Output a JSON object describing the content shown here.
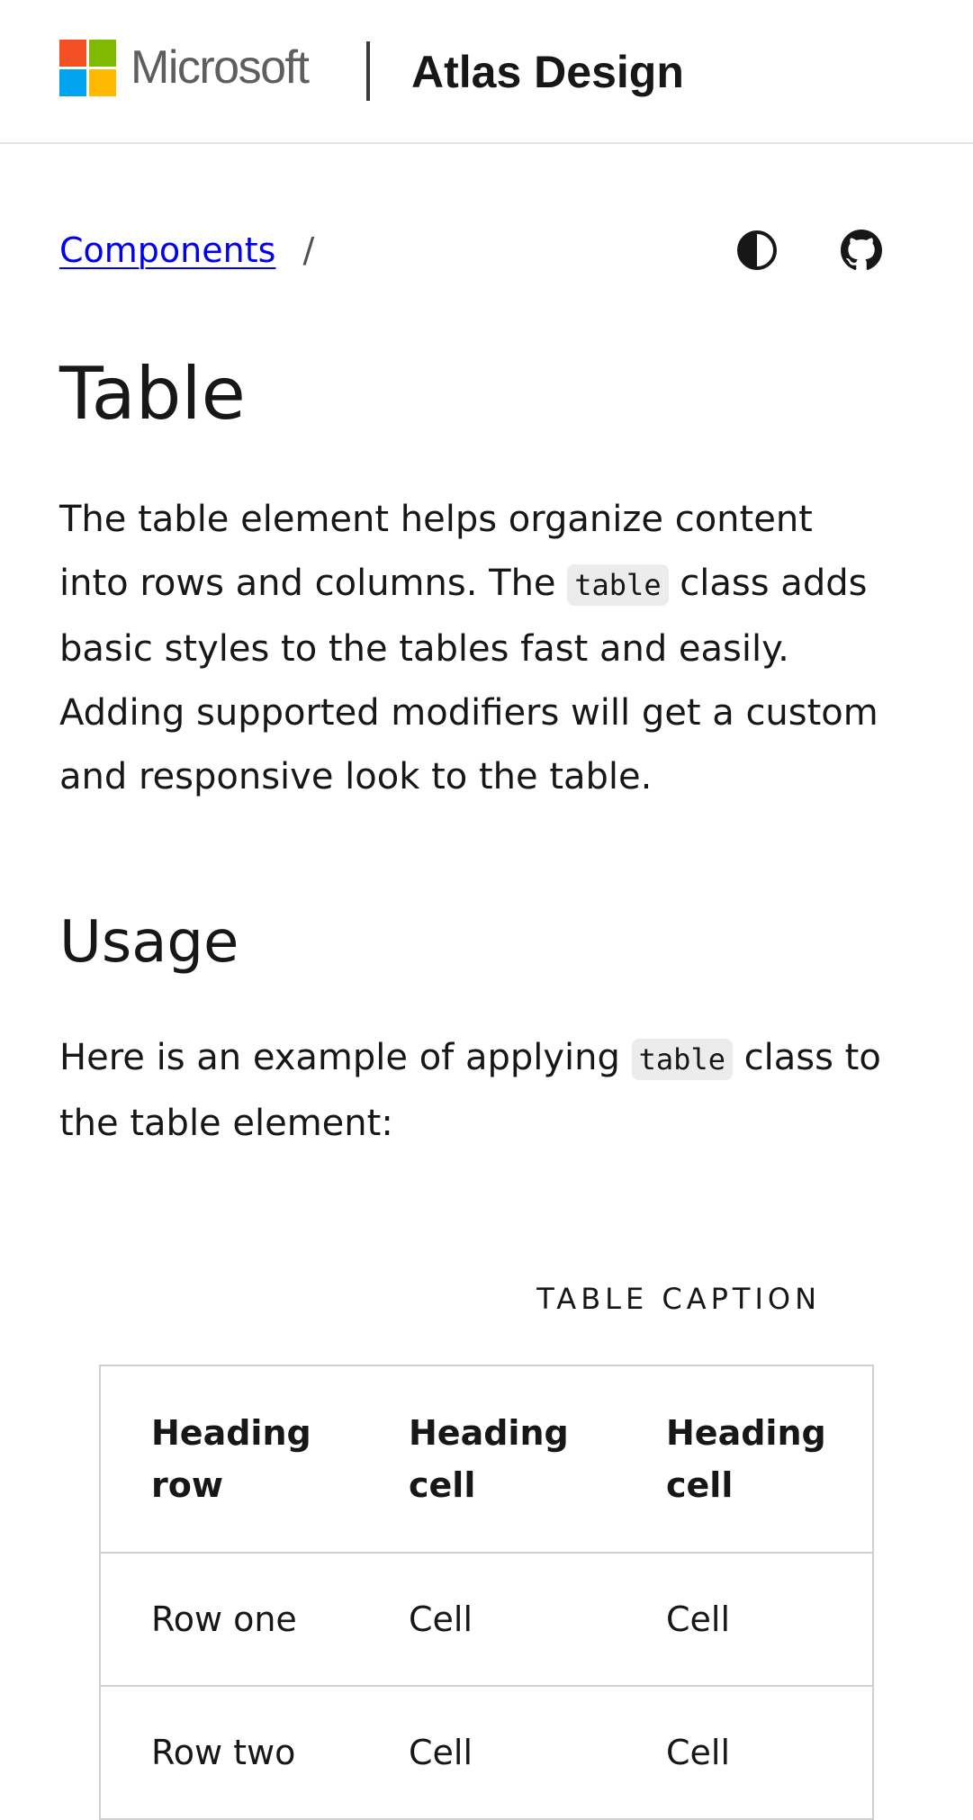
{
  "header": {
    "ms_wordmark": "Microsoft",
    "brand": "Atlas Design",
    "logo_colors": [
      "#f25022",
      "#7fba00",
      "#00a4ef",
      "#ffb900"
    ]
  },
  "breadcrumb": {
    "link_label": "Components",
    "separator": "/"
  },
  "toolbar": {
    "theme_icon": "half-circle-icon",
    "github_icon": "github-icon"
  },
  "page": {
    "title": "Table",
    "intro_part1": "The table element helps organize content into rows and columns. The ",
    "intro_code": "table",
    "intro_part2": " class adds basic styles to the tables fast and easily. Adding supported modifiers will get a custom and responsive look to the table.",
    "usage_title": "Usage",
    "usage_part1": "Here is an example of applying ",
    "usage_code": "table",
    "usage_part2": " class to the table element:"
  },
  "demo_table": {
    "caption": "TABLE CAPTION",
    "headers": [
      "Heading row",
      "Heading cell",
      "Heading cell"
    ],
    "rows": [
      [
        "Row one",
        "Cell",
        "Cell"
      ],
      [
        "Row two",
        "Cell",
        "Cell"
      ]
    ]
  },
  "colors": {
    "link": "#0000ee",
    "text": "#171717",
    "border": "#d0d0d0",
    "code_bg": "#ececec"
  }
}
